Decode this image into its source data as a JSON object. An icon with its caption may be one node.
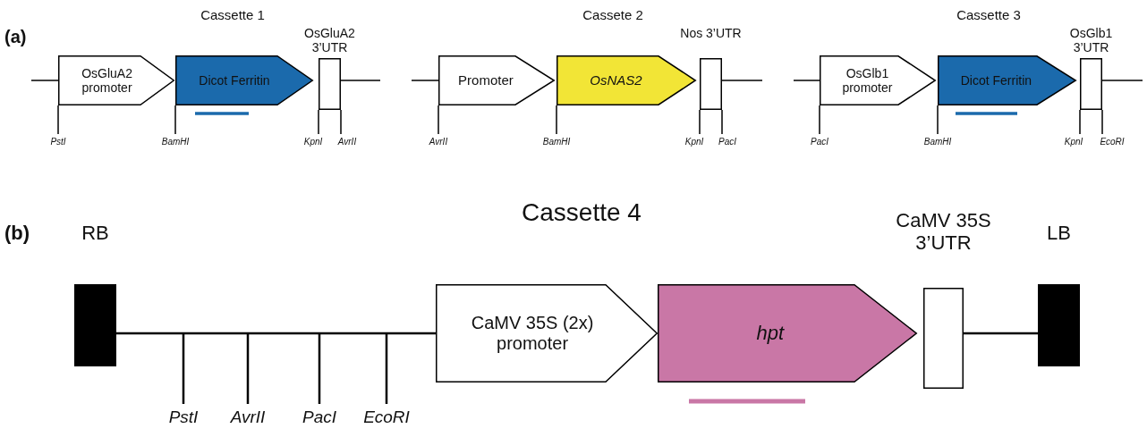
{
  "diagram": {
    "nodes": [
      {
        "text": [
          "OsGluA2 promoter"
        ],
        "beside": [
          "PstI"
        ]
      },
      {
        "text": [
          "Dicot Ferritin"
        ],
        "beside": [
          "BamHI"
        ]
      },
      {
        "text": [
          "OsGluA2 3’UTR"
        ],
        "beside": [
          "KpnI",
          "AvrII"
        ]
      },
      {
        "text": [
          "Promoter"
        ],
        "beside": [
          "AvrII"
        ]
      },
      {
        "text": [
          "OsNAS2"
        ],
        "beside": [
          "BamHI"
        ]
      },
      {
        "text": [
          "Nos 3’UTR"
        ],
        "beside": [
          "KpnI",
          "PacI"
        ]
      },
      {
        "text": [
          "OsGlb1 promoter"
        ],
        "beside": [
          "PacI"
        ]
      },
      {
        "text": [
          "Dicot Ferritin"
        ],
        "beside": [
          "BamHI"
        ]
      },
      {
        "text": [
          "OsGlb1 3’UTR"
        ],
        "beside": [
          "KpnI",
          "EcoRI"
        ]
      },
      {
        "text": [
          "RB"
        ]
      },
      {
        "text": [
          "CaMV 35S (2x) promoter"
        ]
      },
      {
        "text": [
          "hpt"
        ]
      },
      {
        "text": [
          "CaMV 35S 3’UTR"
        ]
      },
      {
        "text": [
          "LB"
        ]
      }
    ],
    "edges": [
      {
        "from": 9,
        "to": 10,
        "arrow": "none"
      },
      {
        "from": 12,
        "to": 13,
        "arrow": "none"
      }
    ],
    "labels": [
      "Cassette 1",
      "Cassete 2",
      "Cassette 3",
      "(a)",
      "(b)",
      "Cassette 4",
      "PstI",
      "AvrII",
      "PacI",
      "EcoRI"
    ]
  }
}
